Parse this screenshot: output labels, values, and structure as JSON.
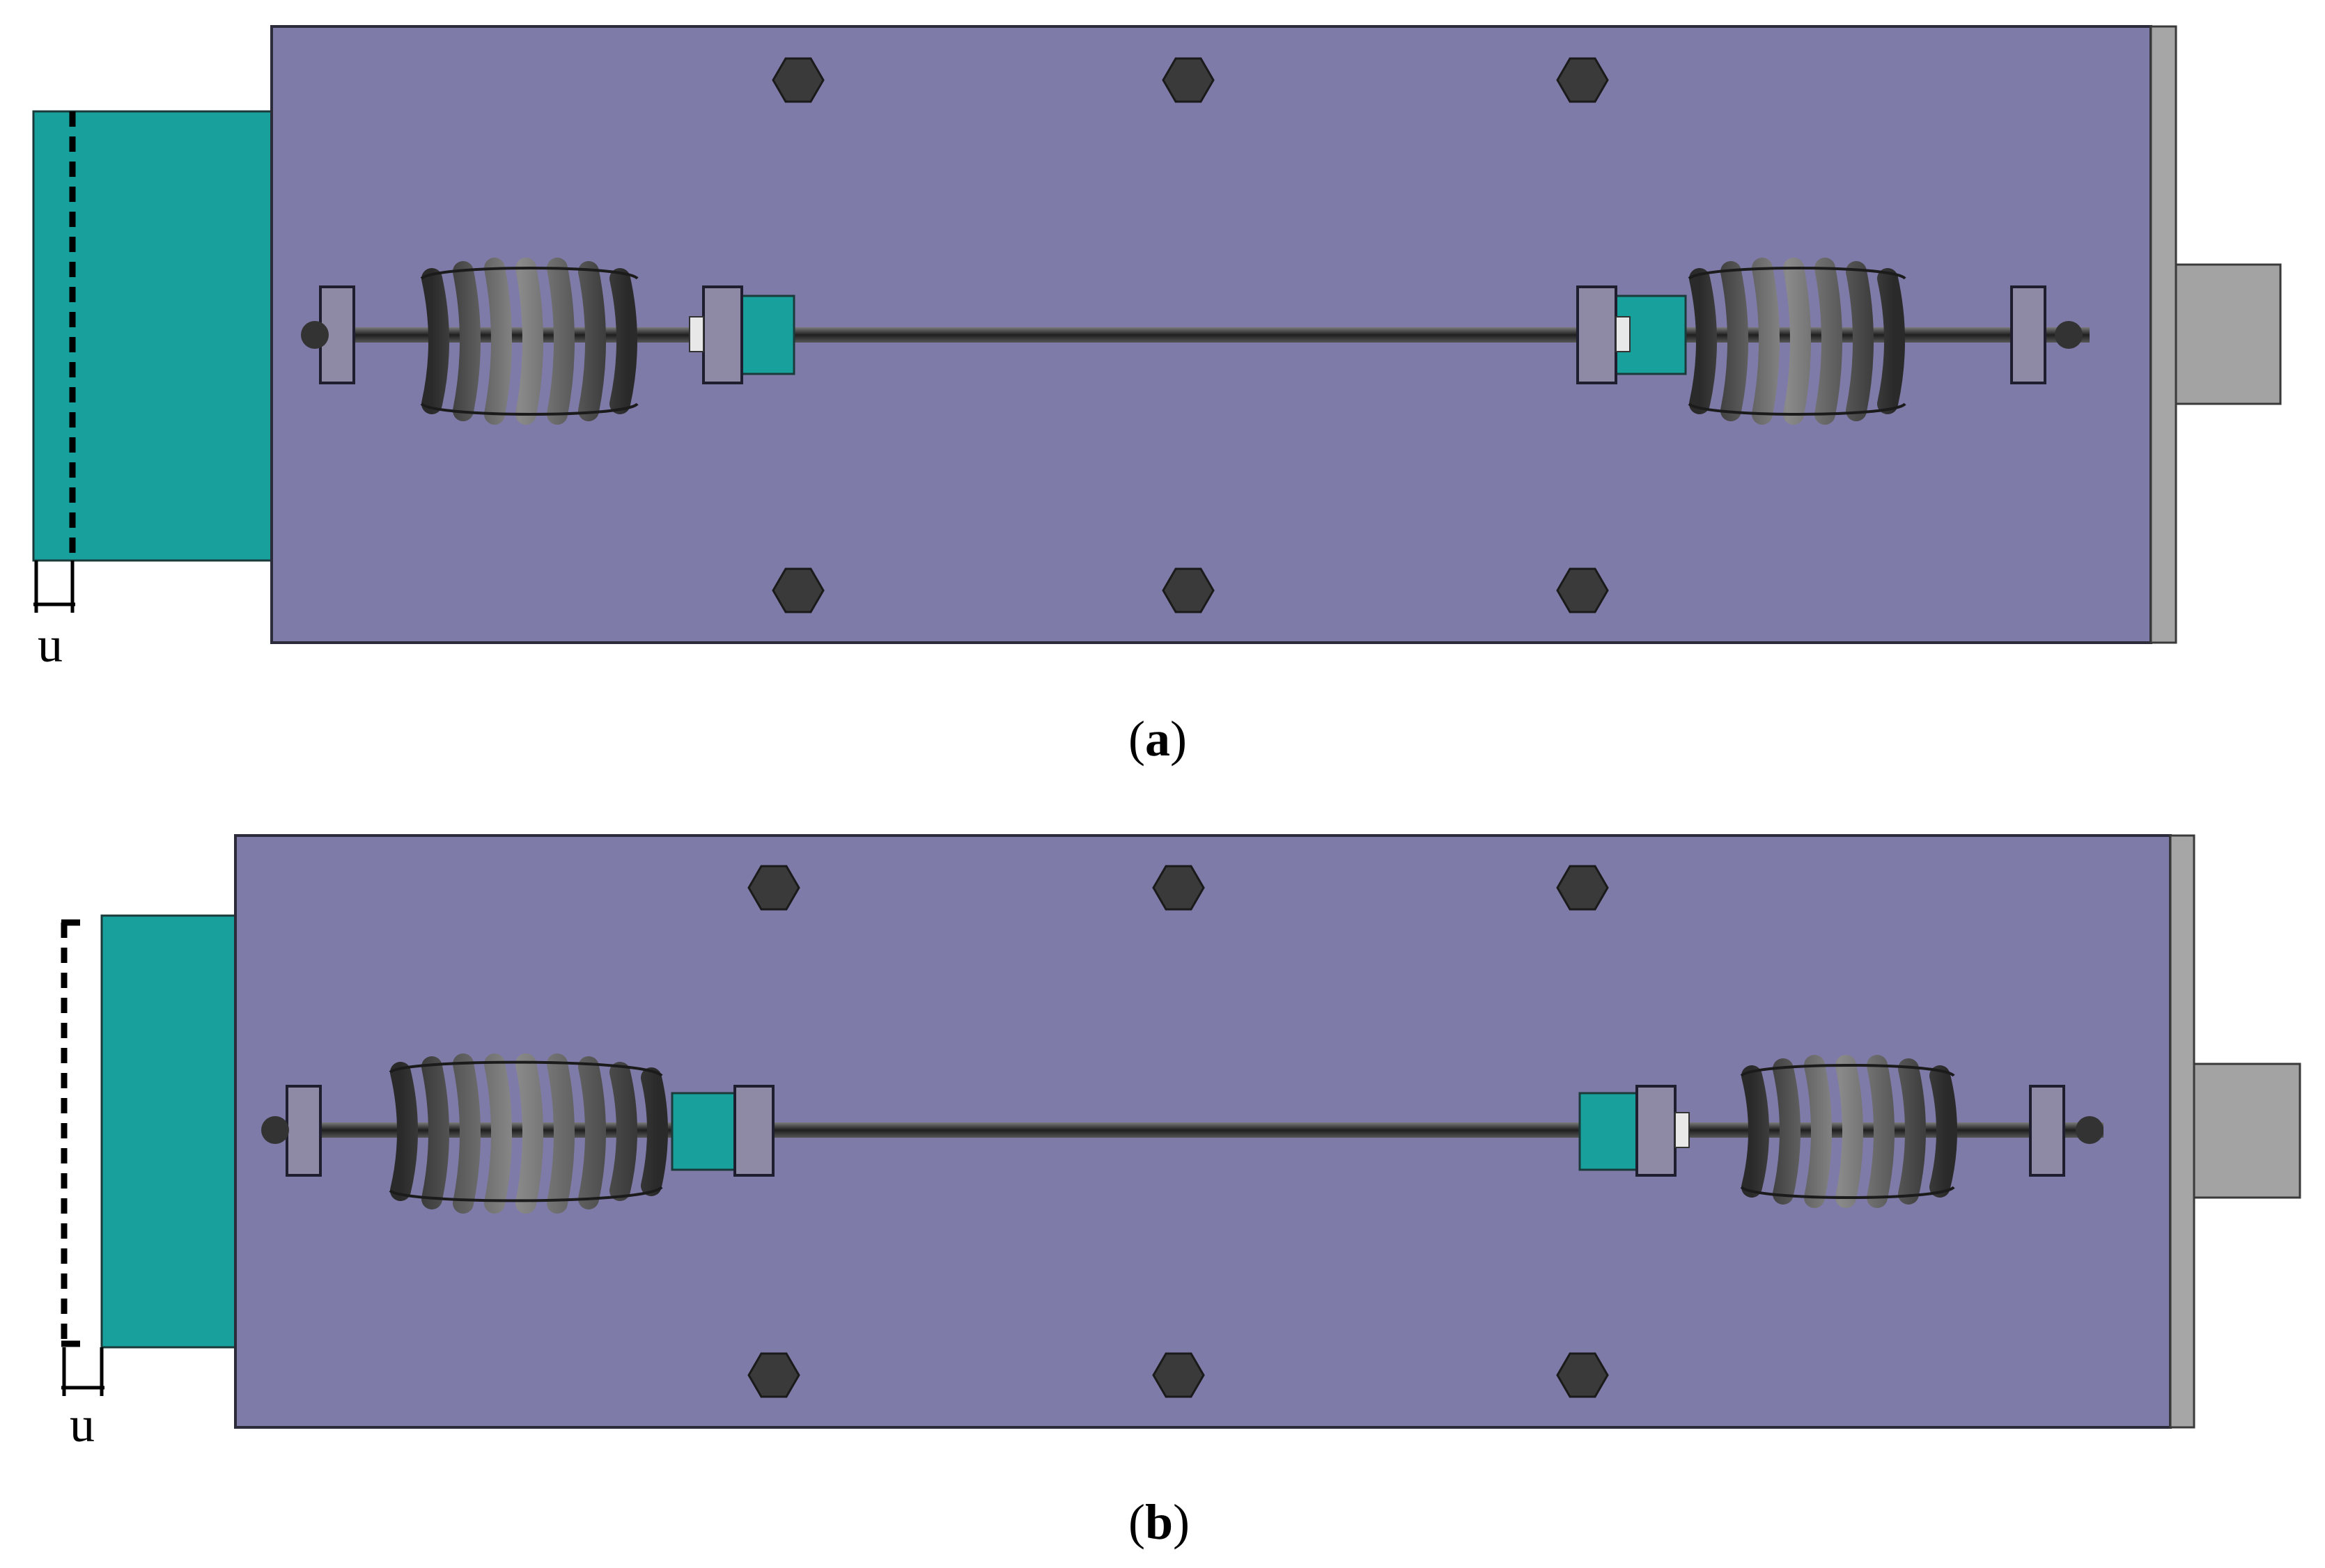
{
  "panels": [
    {
      "id": "a",
      "caption_letter": "a",
      "displacement_label": "u",
      "state": "initial"
    },
    {
      "id": "b",
      "caption_letter": "b",
      "displacement_label": "u",
      "state": "displaced"
    }
  ],
  "colors": {
    "housing": "#7f7ba8",
    "housing_stroke": "#2b2b3a",
    "slider": "#17a09c",
    "end_plate": "#a6a6a6",
    "end_block": "#a3a3a3",
    "bolt": "#3a3a3a",
    "spring": "#4a4a4a",
    "rod": "#2f2f2f",
    "dash": "#000000"
  },
  "icons": {
    "bolt": "hexagon-bolt-icon",
    "spring": "coil-spring-icon",
    "nut": "nut-icon"
  }
}
